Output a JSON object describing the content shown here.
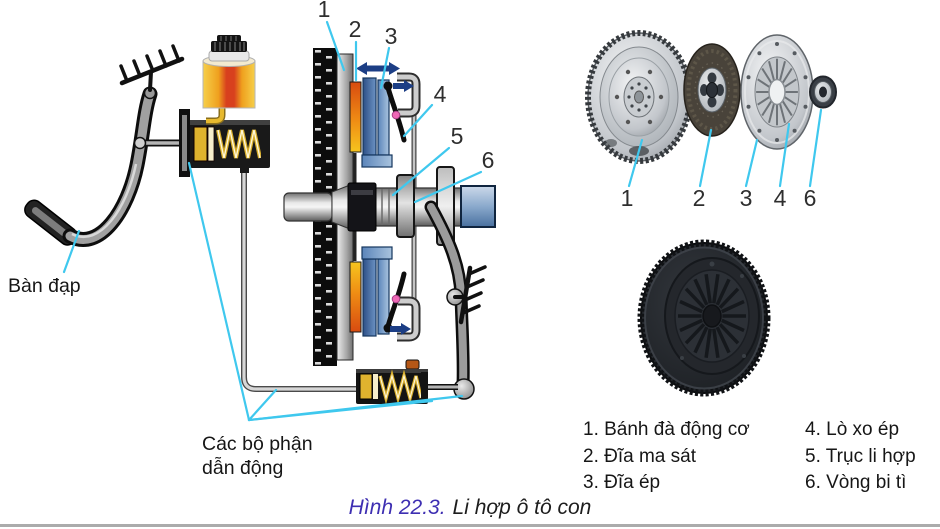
{
  "figure": {
    "caption_label": "Hình 22.3.",
    "caption_title": "Li hợp ô tô con"
  },
  "schematic": {
    "pedal_label": "Bàn đạp",
    "drive_parts_label_line1": "Các bộ phận",
    "drive_parts_label_line2": "dẫn động",
    "callouts": {
      "n1": "1",
      "n2": "2",
      "n3": "3",
      "n4": "4",
      "n5": "5",
      "n6": "6"
    }
  },
  "exploded_photo": {
    "callouts": {
      "n1": "1",
      "n2": "2",
      "n3": "3",
      "n4": "4",
      "n6": "6"
    }
  },
  "legend": {
    "left": [
      "1. Bánh đà động cơ",
      "2. Đĩa ma sát",
      "3. Đĩa ép"
    ],
    "right": [
      "4. Lò xo ép",
      "5. Trục li hợp",
      "6. Vòng bi tì"
    ]
  },
  "colors": {
    "leader_line": "#3fc8ee",
    "motion_arrow": "#1c3e85",
    "caption_accent": "#3e2fb2",
    "text": "#161616",
    "callout_text": "#2e2e2e"
  }
}
